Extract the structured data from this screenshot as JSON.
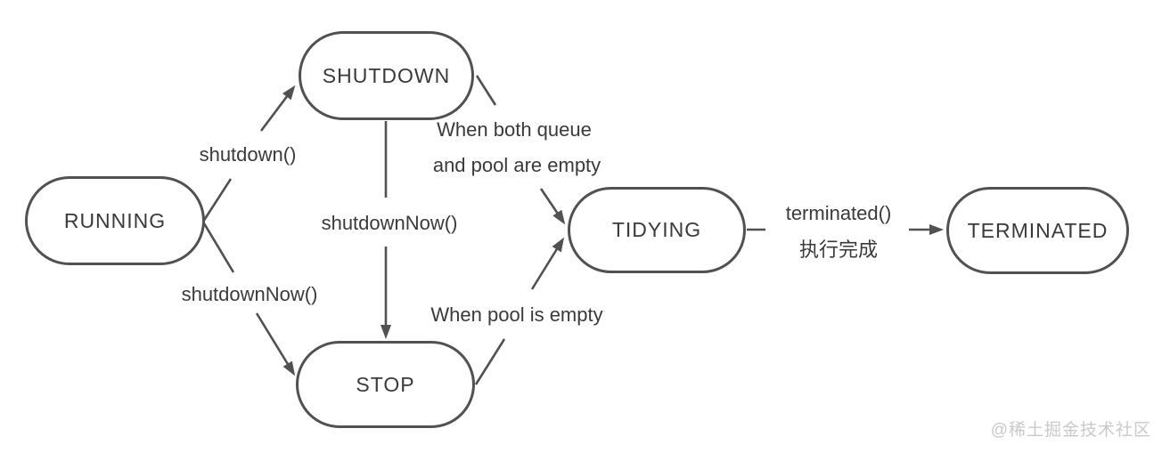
{
  "diagram": {
    "type": "state-diagram",
    "nodes": [
      {
        "id": "running",
        "label": "RUNNING"
      },
      {
        "id": "shutdown",
        "label": "SHUTDOWN"
      },
      {
        "id": "stop",
        "label": "STOP"
      },
      {
        "id": "tidying",
        "label": "TIDYING"
      },
      {
        "id": "terminated",
        "label": "TERMINATED"
      }
    ],
    "edges": [
      {
        "from": "running",
        "to": "shutdown",
        "label": "shutdown()"
      },
      {
        "from": "shutdown",
        "to": "stop",
        "label": "shutdownNow()"
      },
      {
        "from": "running",
        "to": "stop",
        "label": "shutdownNow()"
      },
      {
        "from": "shutdown",
        "to": "tidying",
        "label_line1": "When both queue",
        "label_line2": "and pool are empty"
      },
      {
        "from": "stop",
        "to": "tidying",
        "label": "When pool is empty"
      },
      {
        "from": "tidying",
        "to": "terminated",
        "label_line1": "terminated()",
        "label_line2": "执行完成"
      }
    ]
  },
  "watermark": {
    "text": "@稀土掘金技术社区"
  },
  "colors": {
    "stroke": "#515153",
    "text": "#3a3a3c",
    "watermark": "#c9c9c9",
    "background": "#ffffff"
  }
}
